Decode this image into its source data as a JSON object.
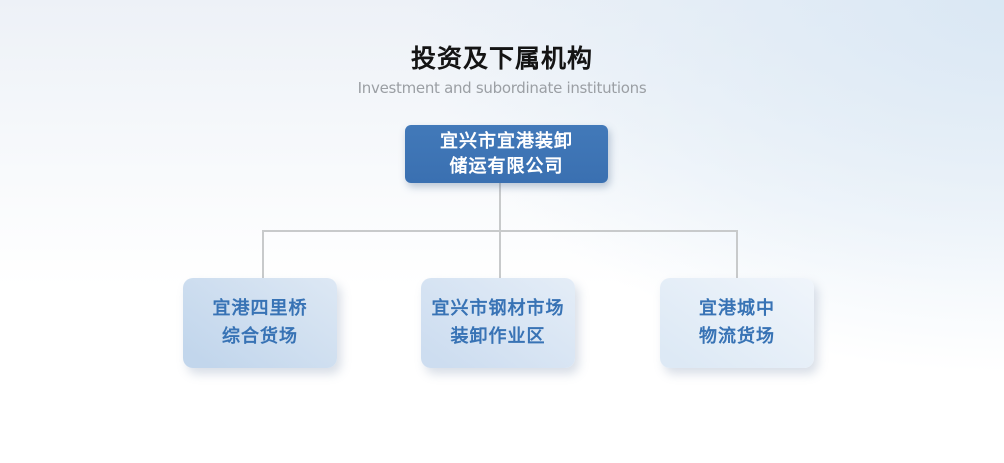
{
  "header": {
    "title": "投资及下属机构",
    "subtitle": "Investment and subordinate institutions"
  },
  "org_chart": {
    "root": {
      "line1": "宜兴市宜港装卸",
      "line2": "储运有限公司"
    },
    "children": [
      {
        "line1": "宜港四里桥",
        "line2": "综合货场"
      },
      {
        "line1": "宜兴市钢材市场",
        "line2": "装卸作业区"
      },
      {
        "line1": "宜港城中",
        "line2": "物流货场"
      }
    ],
    "colors": {
      "root_box_fill": "#3b72b4",
      "root_box_text": "#ffffff",
      "child_box_fill_left": "#c9daee",
      "child_box_fill_middle": "#d4e1f1",
      "child_box_fill_right": "#e4eef8",
      "child_box_text": "#3873b5",
      "connector_line": "#c8cacb",
      "title_text": "#141414",
      "subtitle_text": "#9b9fa4"
    }
  }
}
